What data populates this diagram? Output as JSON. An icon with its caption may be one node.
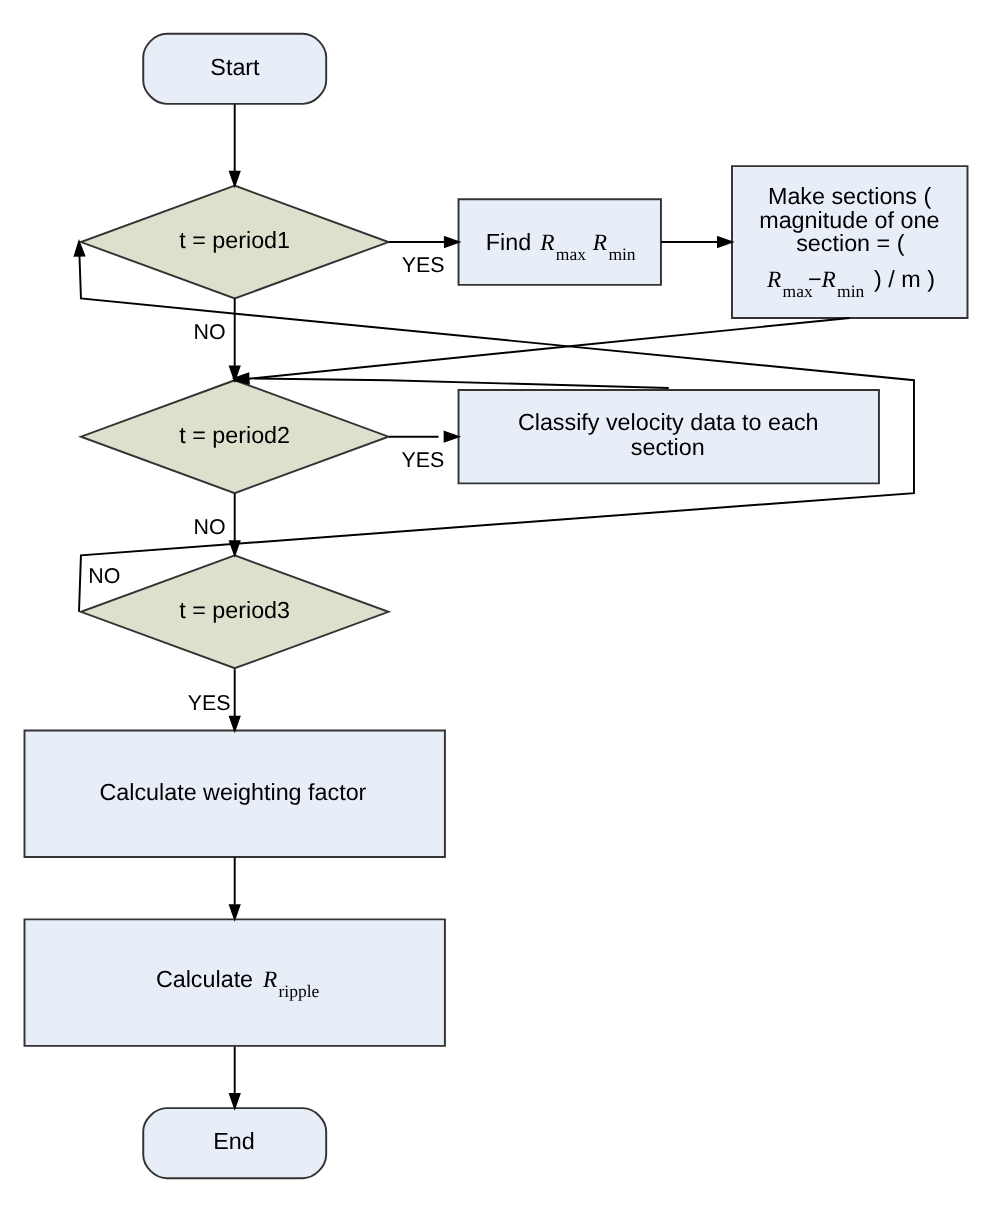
{
  "diagram": {
    "nodes": [
      {
        "text": [
          "Start"
        ]
      },
      {
        "text": [
          "t = period1"
        ]
      },
      {
        "text": [
          "Find *R*$_{max}$ *R*$_{min}$"
        ]
      },
      {
        "text": [
          "Make sections ( magnitude of one section = ( *R*$_{max}$−*R*$_{min}$ ) / m )"
        ]
      },
      {
        "text": [
          "t = period2"
        ]
      },
      {
        "text": [
          "Classify velocity data to each section"
        ]
      },
      {
        "text": [
          "t = period3"
        ]
      },
      {
        "text": [
          "Calculate weighting factor"
        ]
      },
      {
        "text": [
          "Calculate *R*$_{ripple}$"
        ]
      },
      {
        "text": [
          "End"
        ]
      }
    ],
    "edges": [
      {
        "from": 0,
        "to": 1,
        "arrow": "to"
      },
      {
        "from": 1,
        "to": 2,
        "arrow": "to",
        "label": "YES"
      },
      {
        "from": 2,
        "to": 3,
        "arrow": "to"
      },
      {
        "from": 1,
        "to": 4,
        "arrow": "to",
        "label": "NO"
      },
      {
        "from": 3,
        "to": 4,
        "arrow": "to"
      },
      {
        "from": 4,
        "to": 5,
        "arrow": "to",
        "label": "YES"
      },
      {
        "from": 5,
        "to": 4,
        "arrow": "to"
      },
      {
        "from": 4,
        "to": 6,
        "arrow": "to",
        "label": "NO"
      },
      {
        "from": 6,
        "to": 1,
        "arrow": "to",
        "label": "NO"
      },
      {
        "from": 6,
        "to": 7,
        "arrow": "to",
        "label": "YES"
      },
      {
        "from": 7,
        "to": 8,
        "arrow": "to"
      },
      {
        "from": 8,
        "to": 9,
        "arrow": "to"
      }
    ]
  }
}
